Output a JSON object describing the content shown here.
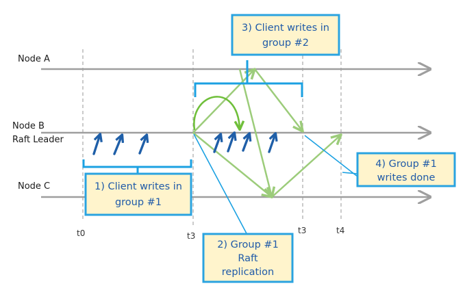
{
  "nodes": {
    "node_a": "Node A",
    "node_b_line1": "Node B",
    "node_b_line2": "Raft Leader",
    "node_c": "Node C"
  },
  "time_labels": {
    "t0": "t0",
    "t3_left": "t3",
    "t3_right": "t3",
    "t4": "t4"
  },
  "callouts": {
    "client_writes_group1": {
      "line1": "1) Client writes in",
      "line2": "group #1"
    },
    "raft_replication": {
      "line1": "2) Group #1",
      "line2": "Raft",
      "line3": "replication"
    },
    "client_writes_group2": {
      "line1": "3) Client writes in",
      "line2": "group #2"
    },
    "group1_done": {
      "line1": "4) Group #1",
      "line2": "writes done"
    }
  },
  "colors": {
    "timeline": "#9e9e9e",
    "dashed_time": "#a8a8a8",
    "client_write_arrow": "#1f5fa8",
    "replication_arrow": "#9ccc7a",
    "self_loop_arrow": "#6fbf3a",
    "bracket": "#1ba1e2",
    "callout_fill": "#fff4cc",
    "callout_border": "#2aa3e0",
    "callout_text": "#1f5aa8"
  }
}
